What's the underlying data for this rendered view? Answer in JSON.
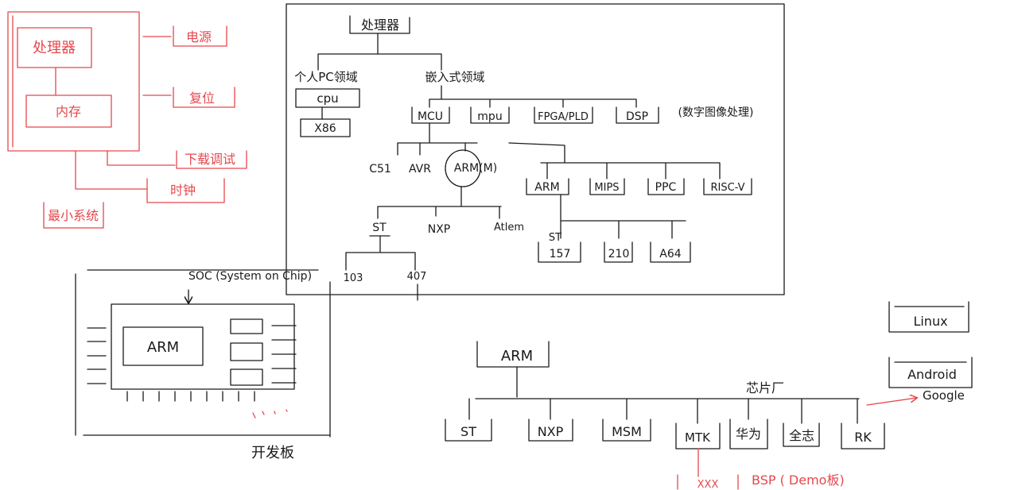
{
  "colors": {
    "ink": "#1a1a1a",
    "red": "#e5484d",
    "background": "#ffffff"
  },
  "min_system": {
    "processor": "处理器",
    "memory": "内存",
    "power": "电源",
    "reset": "复位",
    "debug": "下载调试",
    "clock": "时钟",
    "title": "最小系统"
  },
  "processor_tree": {
    "root": "处理器",
    "pc_domain": "个人PC领域",
    "embedded_domain": "嵌入式领域",
    "cpu": "cpu",
    "x86": "X86",
    "mcu": "MCU",
    "mpu": "mpu",
    "fpga": "FPGA/PLD",
    "dsp": "DSP",
    "dsp_note": "(数字图像处理)",
    "mcu_children": [
      "C51",
      "AVR",
      "ARM(M)"
    ],
    "arm_m_vendors": [
      "ST",
      "NXP",
      "Atlem"
    ],
    "st_models": [
      "103",
      "407"
    ],
    "mpu_children": [
      "ARM",
      "MIPS",
      "PPC",
      "RISC-V"
    ],
    "arm_vendor_label": "ST",
    "arm_models": [
      "157",
      "210",
      "A64"
    ]
  },
  "soc": {
    "title": "SOC (System on Chip)",
    "core": "ARM",
    "board": "开发板"
  },
  "vendors": {
    "root": "ARM",
    "label": "芯片厂",
    "items": [
      "ST",
      "NXP",
      "MSM",
      "MTK",
      "华为",
      "全志",
      "RK"
    ],
    "mtk_sub": "XXX",
    "bsp": "BSP ( Demo板)"
  },
  "os": {
    "linux": "Linux",
    "android": "Android",
    "google": "Google"
  }
}
